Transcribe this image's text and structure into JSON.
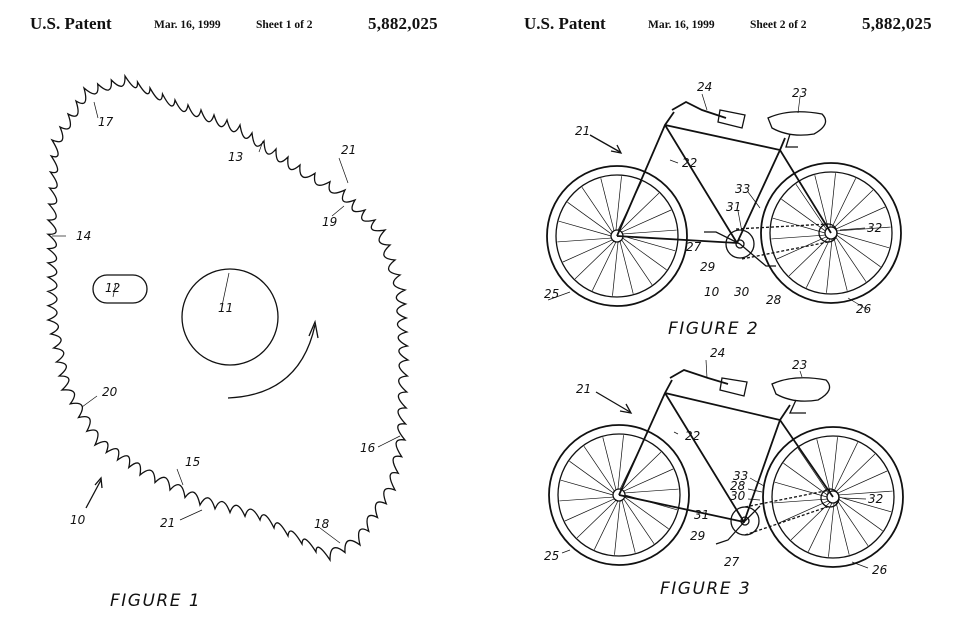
{
  "sheet1": {
    "publisher": "U.S. Patent",
    "date": "Mar. 16, 1999",
    "sheet": "Sheet 1 of 2",
    "patent_number": "5,882,025",
    "figure_label": "FIGURE 1",
    "refs": {
      "r10": "10",
      "r11": "11",
      "r12": "12",
      "r13": "13",
      "r14": "14",
      "r15": "15",
      "r16": "16",
      "r17": "17",
      "r18": "18",
      "r19": "19",
      "r20": "20",
      "r21a": "21",
      "r21b": "21"
    }
  },
  "sheet2": {
    "publisher": "U.S. Patent",
    "date": "Mar. 16, 1999",
    "sheet": "Sheet 2 of 2",
    "patent_number": "5,882,025",
    "figure2_label": "FIGURE 2",
    "figure3_label": "FIGURE 3",
    "fig2_refs": {
      "r21": "21",
      "r22": "22",
      "r23": "23",
      "r24": "24",
      "r25": "25",
      "r26": "26",
      "r27": "27",
      "r28": "28",
      "r29": "29",
      "r30": "30",
      "r31": "31",
      "r32": "32",
      "r33": "33",
      "r10": "10"
    },
    "fig3_refs": {
      "r21": "21",
      "r22": "22",
      "r23": "23",
      "r24": "24",
      "r25": "25",
      "r26": "26",
      "r27": "27",
      "r28": "28",
      "r29": "29",
      "r30": "30",
      "r31": "31",
      "r32": "32",
      "r33": "33"
    }
  }
}
